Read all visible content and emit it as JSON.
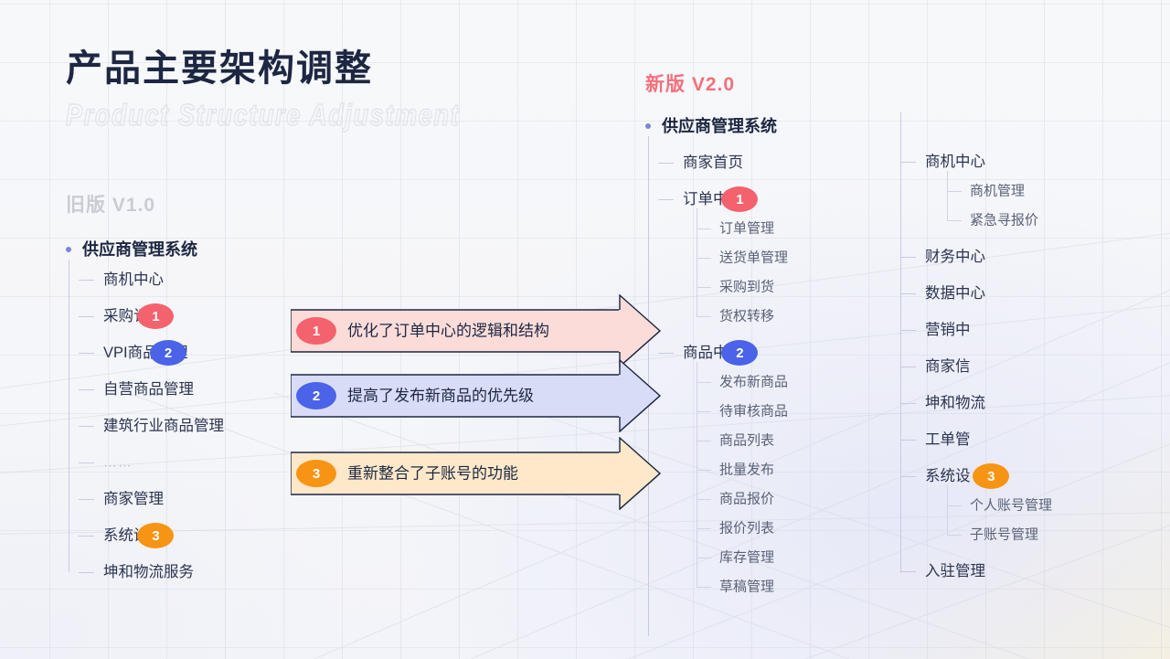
{
  "headline": {
    "title_cn": "产品主要架构调整",
    "title_en": "Product  Structure  Adjustment"
  },
  "versions": {
    "old_label": "旧版 V1.0",
    "new_label": "新版 V2.0"
  },
  "colors": {
    "badge_1": "#f4626d",
    "badge_2": "#4a63e8",
    "badge_3": "#f79413",
    "new_version": "#f4707c",
    "old_version": "#c9ccd4",
    "title": "#1d2742",
    "tree_line": "#c6cbe4"
  },
  "old_tree": {
    "root": "供应商管理系统",
    "items": [
      {
        "label": "商机中心",
        "badge": null
      },
      {
        "label": "采购订单",
        "badge": "1"
      },
      {
        "label": "VPI商品管理",
        "badge": "2"
      },
      {
        "label": "自营商品管理",
        "badge": null
      },
      {
        "label": "建筑行业商品管理",
        "badge": null
      },
      {
        "label": "……",
        "badge": null
      },
      {
        "label": "商家管理",
        "badge": null
      },
      {
        "label": "系统设置",
        "badge": "3"
      },
      {
        "label": "坤和物流服务",
        "badge": null
      }
    ]
  },
  "new_tree_left": {
    "root": "供应商管理系统",
    "items": [
      {
        "label": "商家首页",
        "badge": null,
        "children": []
      },
      {
        "label": "订单中心",
        "badge": "1",
        "children": [
          "订单管理",
          "送货单管理",
          "采购到货",
          "货权转移"
        ]
      },
      {
        "label": "商品中心",
        "badge": "2",
        "children": [
          "发布新商品",
          "待审核商品",
          "商品列表",
          "批量发布",
          "商品报价",
          "报价列表",
          "库存管理",
          "草稿管理"
        ]
      }
    ]
  },
  "new_tree_right": {
    "items": [
      {
        "label": "商机中心",
        "badge": null,
        "children": [
          "商机管理",
          "紧急寻报价"
        ]
      },
      {
        "label": "财务中心",
        "badge": null,
        "children": []
      },
      {
        "label": "数据中心",
        "badge": null,
        "children": []
      },
      {
        "label": "营销中",
        "badge": null,
        "children": []
      },
      {
        "label": "商家信",
        "badge": null,
        "children": []
      },
      {
        "label": "坤和物流",
        "badge": null,
        "children": []
      },
      {
        "label": "工单管",
        "badge": null,
        "children": []
      },
      {
        "label": "系统设",
        "badge": "3",
        "children": [
          "个人账号管理",
          "子账号管理"
        ]
      },
      {
        "label": "入驻管理",
        "badge": null,
        "children": []
      }
    ]
  },
  "banners": [
    {
      "num": "1",
      "text": "优化了订单中心的逻辑和结构",
      "fill": "#fbdcd9",
      "badge_color": "#f4626d"
    },
    {
      "num": "2",
      "text": "提高了发布新商品的优先级",
      "fill": "#d9dcf7",
      "badge_color": "#4a63e8"
    },
    {
      "num": "3",
      "text": "重新整合了子账号的功能",
      "fill": "#fde8c9",
      "badge_color": "#f79413"
    }
  ]
}
